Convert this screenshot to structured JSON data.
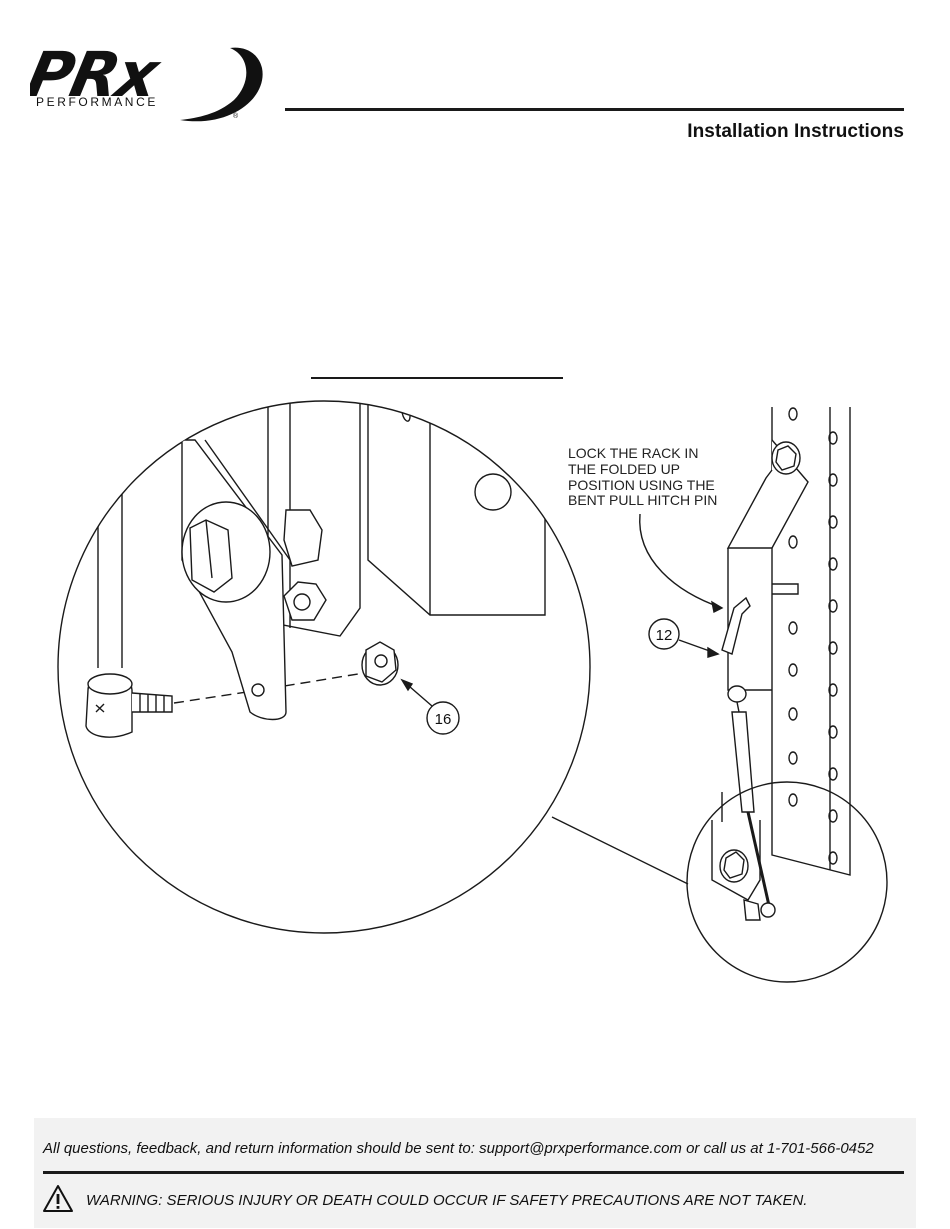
{
  "header": {
    "brand": "PRx",
    "brand_sub": "PERFORMANCE",
    "registered": "®",
    "title": "Installation Instructions"
  },
  "figure": {
    "callout": {
      "lines": [
        "LOCK THE RACK IN",
        "THE FOLDED UP",
        "POSITION USING THE",
        "BENT PULL HITCH PIN"
      ]
    },
    "balloon_pin": "12",
    "balloon_nut": "16"
  },
  "footer": {
    "contact": "All questions, feedback, and return information should be sent to: support@prxperformance.com or call us at 1-701-566-0452",
    "warning": "WARNING: SERIOUS INJURY OR DEATH COULD OCCUR IF SAFETY PRECAUTIONS ARE NOT TAKEN.",
    "icon": "warning-triangle-icon"
  },
  "colors": {
    "ink": "#1a1a1a",
    "footer_band": "#f2f2f2"
  }
}
